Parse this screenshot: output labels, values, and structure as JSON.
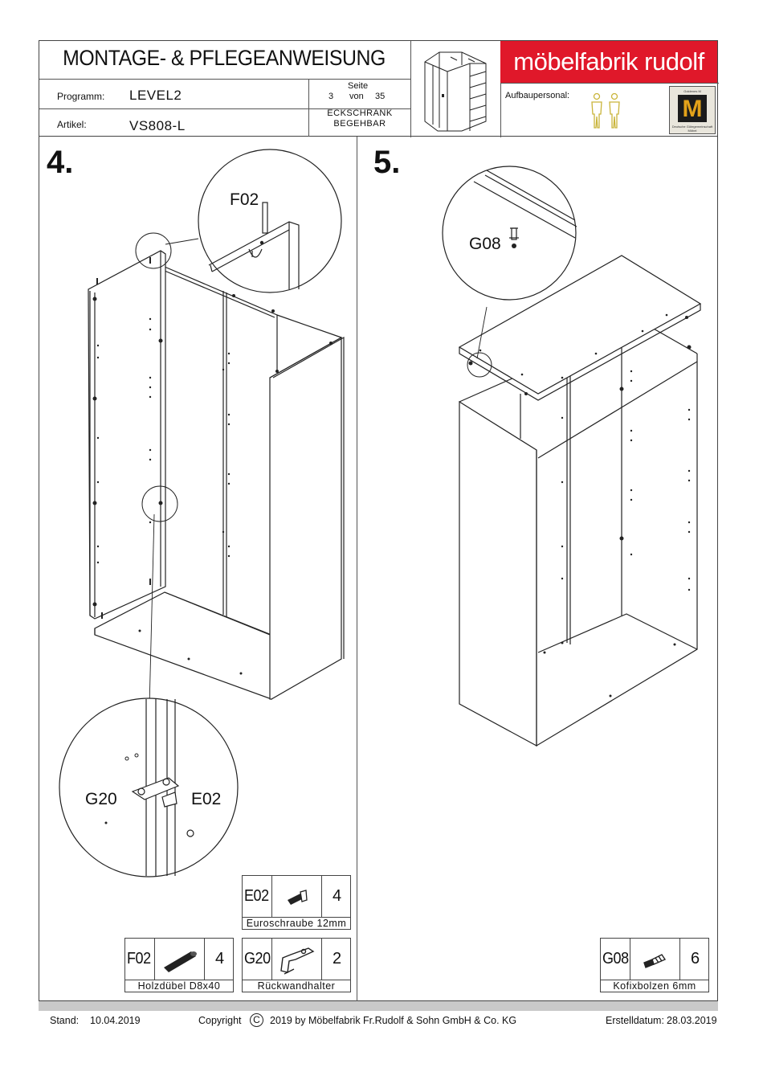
{
  "header": {
    "title": "MONTAGE- & PFLEGEANWEISUNG",
    "programm_label": "Programm:",
    "programm_value": "LEVEL2",
    "artikel_label": "Artikel:",
    "artikel_value": "VS808-L",
    "seite_label": "Seite",
    "seite_current": "3",
    "seite_von": "von",
    "seite_total": "35",
    "product_line1": "ECKSCHRANK",
    "product_line2": "BEGEHBAR",
    "aufbau_label": "Aufbaupersonal:",
    "brand": "möbelfabrik rudolf"
  },
  "steps": {
    "step4": "4.",
    "step5": "5.",
    "callout_f02": "F02",
    "callout_g20": "G20",
    "callout_e02": "E02",
    "callout_g08": "G08"
  },
  "parts": {
    "e02": {
      "code": "E02",
      "qty": "4",
      "desc": "Euroschraube 12mm",
      "icon": "screw-icon"
    },
    "f02": {
      "code": "F02",
      "qty": "4",
      "desc": "Holzdübel D8x40",
      "icon": "dowel-icon"
    },
    "g20": {
      "code": "G20",
      "qty": "2",
      "desc": "Rückwandhalter",
      "icon": "back-panel-holder-icon"
    },
    "g08": {
      "code": "G08",
      "qty": "6",
      "desc": "Kofixbolzen 6mm",
      "icon": "cam-bolt-icon"
    }
  },
  "footer": {
    "stand_label": "Stand:",
    "stand_date": "10.04.2019",
    "copyright_label": "Copyright",
    "copyright_symbol": "C",
    "copyright_text": "2019  by Möbelfabrik Fr.Rudolf & Sohn GmbH & Co. KG",
    "erstell_label": "Erstelldatum:",
    "erstell_date": "28.03.2019"
  },
  "colors": {
    "brand_red": "#e0182a",
    "person_icon": "#c9b43a"
  }
}
